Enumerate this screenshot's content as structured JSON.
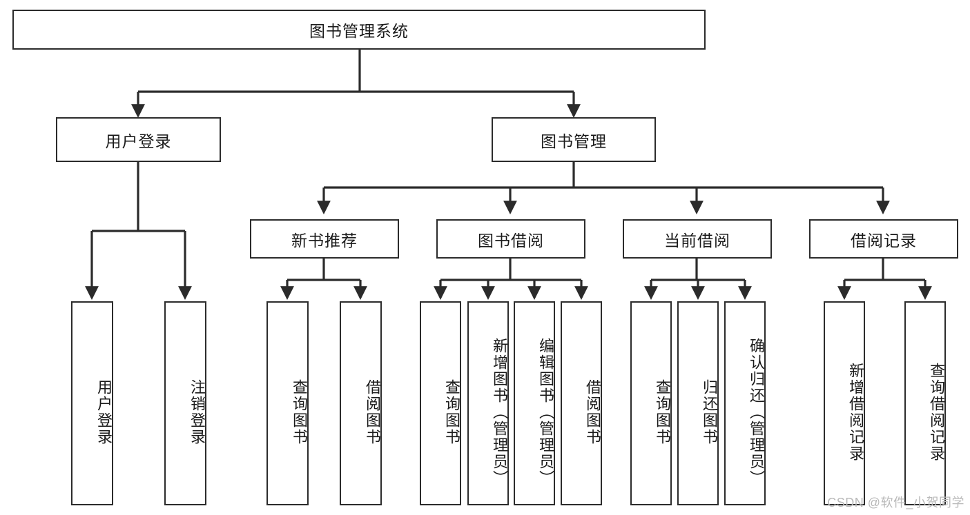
{
  "diagram": {
    "title": "图书管理系统",
    "watermark": "CSDN @软件_小贺同学",
    "colors": {
      "box_border": "#2b2b2b",
      "box_fill": "#ffffff",
      "edge": "#2b2b2b",
      "text": "#1a1a1a",
      "watermark": "#b9b9b9",
      "background": "#ffffff"
    },
    "levels": {
      "root": {
        "label": "图书管理系统"
      },
      "level2": [
        {
          "label": "用户登录"
        },
        {
          "label": "图书管理"
        }
      ],
      "level3": [
        {
          "label": "新书推荐"
        },
        {
          "label": "图书借阅"
        },
        {
          "label": "当前借阅"
        },
        {
          "label": "借阅记录"
        }
      ],
      "leaves": [
        {
          "label": "用户登录",
          "parent": "用户登录"
        },
        {
          "label": "注销登录",
          "parent": "用户登录"
        },
        {
          "label": "查询图书",
          "parent": "新书推荐"
        },
        {
          "label": "借阅图书",
          "parent": "新书推荐"
        },
        {
          "label": "查询图书",
          "parent": "图书借阅"
        },
        {
          "label": "新增图书（管理员）",
          "parent": "图书借阅"
        },
        {
          "label": "编辑图书（管理员）",
          "parent": "图书借阅"
        },
        {
          "label": "借阅图书",
          "parent": "图书借阅"
        },
        {
          "label": "查询图书",
          "parent": "当前借阅"
        },
        {
          "label": "归还图书",
          "parent": "当前借阅"
        },
        {
          "label": "确认归还（管理员）",
          "parent": "当前借阅"
        },
        {
          "label": "新增借阅记录",
          "parent": "借阅记录"
        },
        {
          "label": "查询借阅记录",
          "parent": "借阅记录"
        }
      ]
    }
  }
}
